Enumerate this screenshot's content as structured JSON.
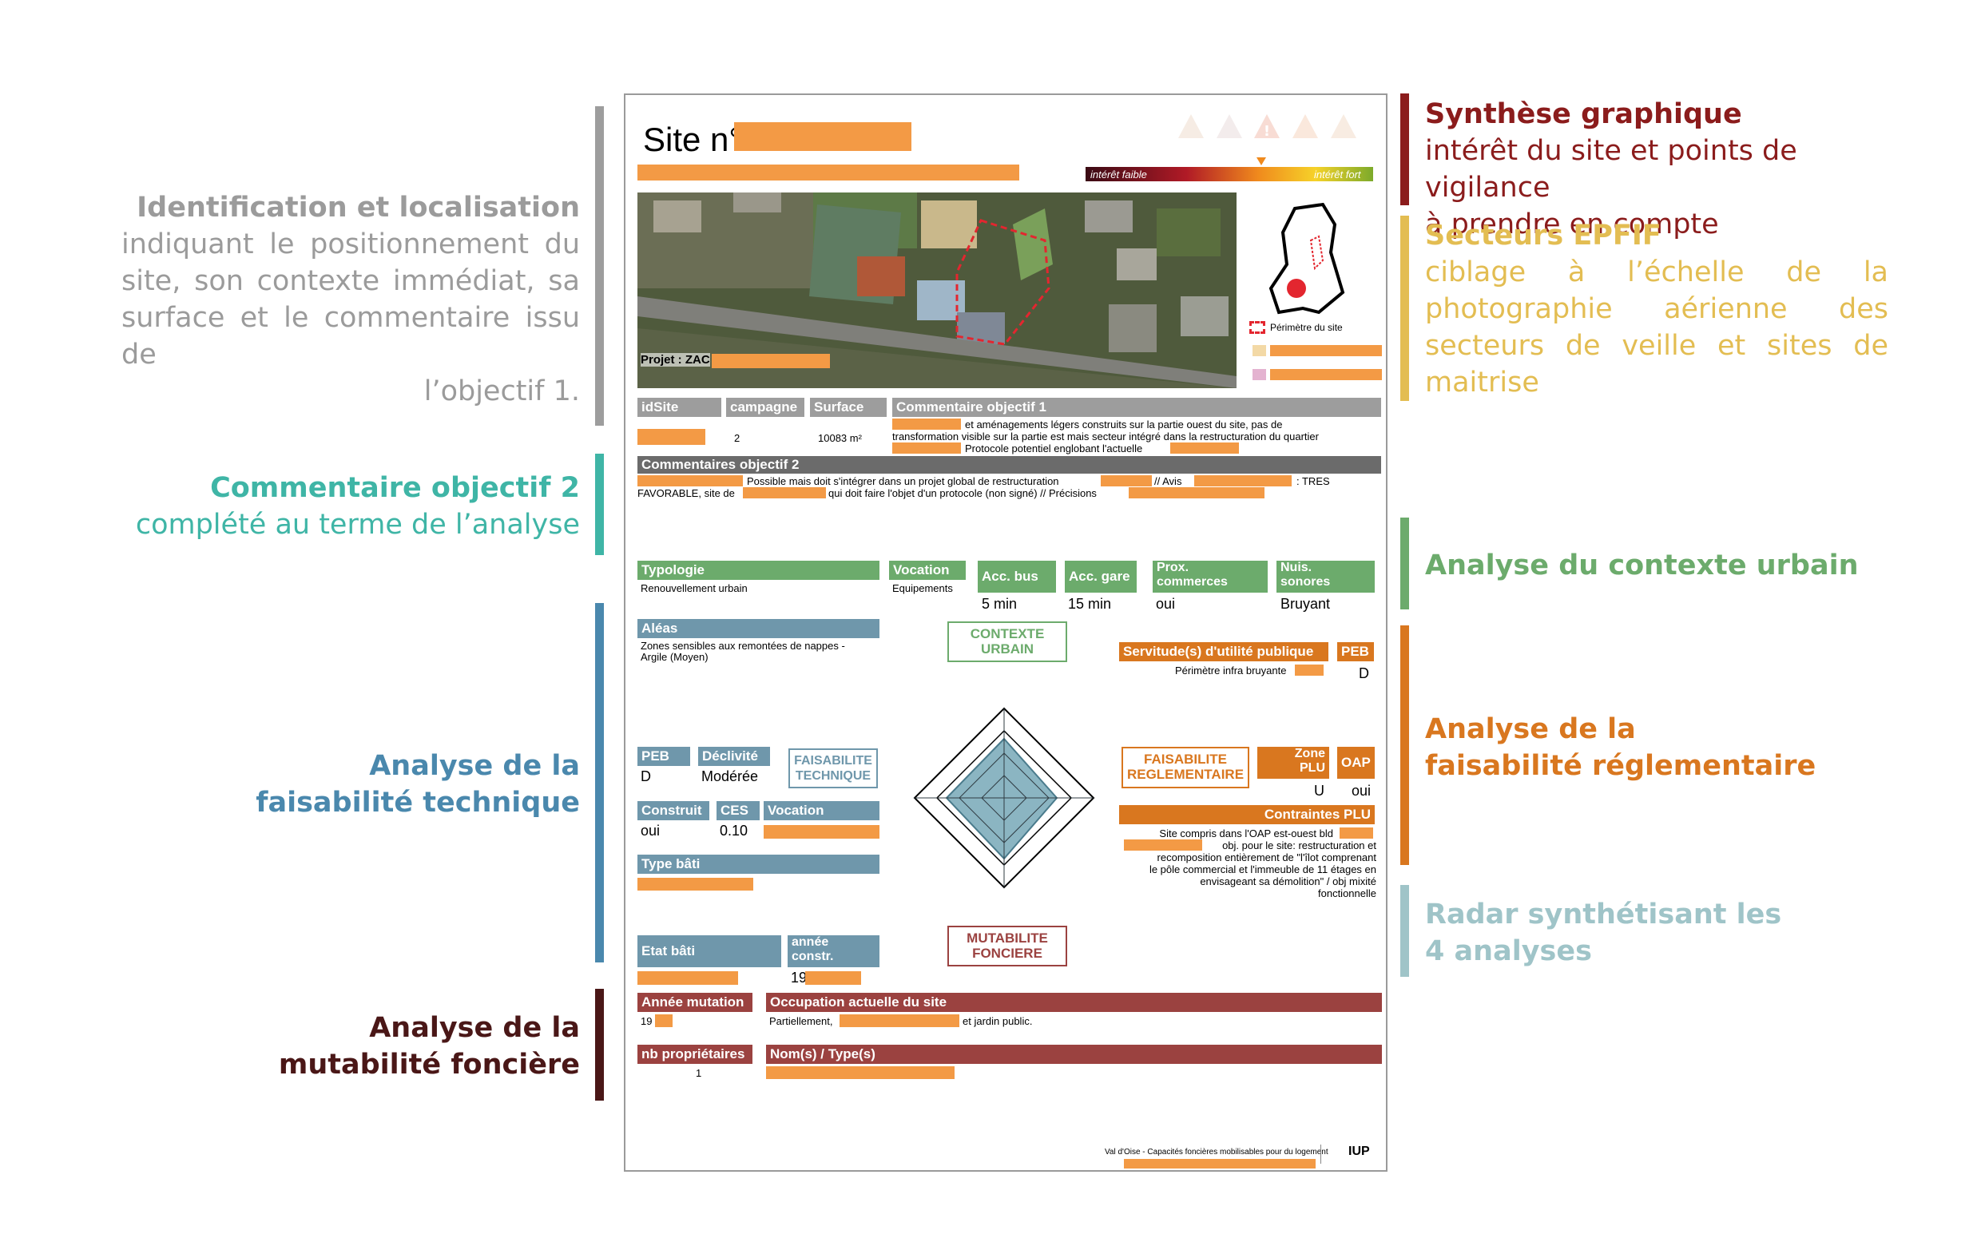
{
  "left_captions": {
    "identification": {
      "title": "Identification et localisation",
      "lines": [
        "indiquant le positionnement du",
        "site, son contexte immédiat, sa",
        "surface et le commentaire issu de",
        "l’objectif 1."
      ],
      "color": "#9b9b9b"
    },
    "objectif2": {
      "title": "Commentaire objectif 2",
      "body": "complété au terme de l’analyse",
      "color": "#3fb5a6"
    },
    "technique": {
      "line1": "Analyse de la",
      "line2": "faisabilité technique",
      "color": "#4a88ad"
    },
    "fonciere": {
      "line1": "Analyse de la",
      "line2": "mutabilité foncière",
      "color": "#4a1717"
    }
  },
  "right_captions": {
    "synthese": {
      "title": "Synthèse graphique",
      "lines": [
        "intérêt du site et points de vigilance",
        "à prendre en compte"
      ],
      "color": "#8b1c1c"
    },
    "secteurs": {
      "title": "Secteurs EPFIF",
      "lines": [
        "ciblage à l’échelle de la",
        "photographie aérienne des",
        "secteurs de veille et sites de",
        "maitrise"
      ],
      "color": "#e3bd52"
    },
    "contexte": {
      "title": "Analyse du contexte urbain",
      "color": "#6cab6c"
    },
    "reglementaire": {
      "line1": "Analyse de la",
      "line2": "faisabilité réglementaire",
      "color": "#d9771f"
    },
    "radar": {
      "line1": "Radar synthétisant les",
      "line2": "4 analyses",
      "color": "#9fc4c8"
    }
  },
  "sheet": {
    "site_title": "Site n°",
    "interet_faible": "intérêt faible",
    "interet_fort": "intérêt fort",
    "photo_label": "Projet : ZAC",
    "perimetre": "Périmètre du site",
    "ident_headers": {
      "idsite": "idSite",
      "campagne": "campagne",
      "surface": "Surface",
      "commentaire1": "Commentaire objectif 1"
    },
    "ident_values": {
      "campagne": "2",
      "surface": "10083 m²"
    },
    "commentaire1_lines": [
      "et aménagements légers construits sur la partie ouest du site, pas de",
      "transformation visible sur la partie est mais secteur intégré dans la restructuration du quartier",
      "Protocole potentiel englobant l'actuelle"
    ],
    "commentaire2_header": "Commentaires objectif 2",
    "commentaire2_line1a": "Possible mais doit s'intégrer dans un projet global de restructuration",
    "commentaire2_line1b": "// Avis",
    "commentaire2_line1c": ": TRES",
    "commentaire2_line2a": "FAVORABLE, site de",
    "commentaire2_line2b": "qui doit faire l'objet d'un protocole  (non signé) // Précisions",
    "contexte_headers": {
      "typologie": "Typologie",
      "vocation": "Vocation",
      "accbus": "Acc. bus",
      "accgare": "Acc. gare",
      "prox": "Prox.\ncommerces",
      "nuis": "Nuis.\nsonores"
    },
    "contexte_values": {
      "typologie": "Renouvellement urbain",
      "vocation": "Equipements",
      "accbus": "5 min",
      "accgare": "15 min",
      "prox": "oui",
      "nuis": "Bruyant"
    },
    "aleas_header": "Aléas",
    "aleas_value": "Zones sensibles aux remontées de nappes -\nArgile (Moyen)",
    "contexte_box": "CONTEXTE\nURBAIN",
    "servitude_header": "Servitude(s) d'utilité publique",
    "servitude_value": "Périmètre infra bruyante",
    "peb_header": "PEB",
    "peb_value": "D",
    "tech_headers": {
      "peb": "PEB",
      "declivite": "Déclivité",
      "construit": "Construit",
      "ces": "CES",
      "vocation": "Vocation",
      "typebati": "Type bâti",
      "etatbati": "Etat bâti",
      "annee": "année\nconstr."
    },
    "tech_values": {
      "peb": "D",
      "declivite": "Modérée",
      "construit": "oui",
      "ces": "0.10",
      "annee": "19"
    },
    "tech_box": "FAISABILITE\nTECHNIQUE",
    "regl_box": "FAISABILITE\nREGLEMENTAIRE",
    "zone_plu": "Zone\nPLU",
    "oap": "OAP",
    "zone_plu_value": "U",
    "oap_value": "oui",
    "contraintes_header": "Contraintes PLU",
    "contraintes_lines": [
      "Site compris dans l'OAP est-ouest bld",
      "obj. pour le site: restructuration et",
      "recomposition entièrement de \"l'îlot comprenant",
      "le pôle commercial et l'immeuble de 11 étages en",
      "envisageant sa démolition\" / obj mixité",
      "fonctionnelle"
    ],
    "mutabilite_box": "MUTABILITE\nFONCIERE",
    "fonc_headers": {
      "annee_mutation": "Année mutation",
      "occupation": "Occupation actuelle du site",
      "nb_proprio": "nb propriétaires",
      "noms": "Nom(s) / Type(s)"
    },
    "fonc_values": {
      "annee_mutation": "19",
      "occupation_a": "Partiellement,",
      "occupation_b": "et jardin public.",
      "nb_proprio": "1"
    },
    "footer": "Val d'Oise - Capacités foncières mobilisables pour du logement",
    "footer_logo": "IUP"
  },
  "colors": {
    "orange": "#f39a45",
    "green": "#6cab6c",
    "blue": "#6f97ab",
    "darkorange": "#d9771f",
    "brown": "#9b4240",
    "gray": "#9d9d9d",
    "darkgray": "#6b6b6b"
  }
}
